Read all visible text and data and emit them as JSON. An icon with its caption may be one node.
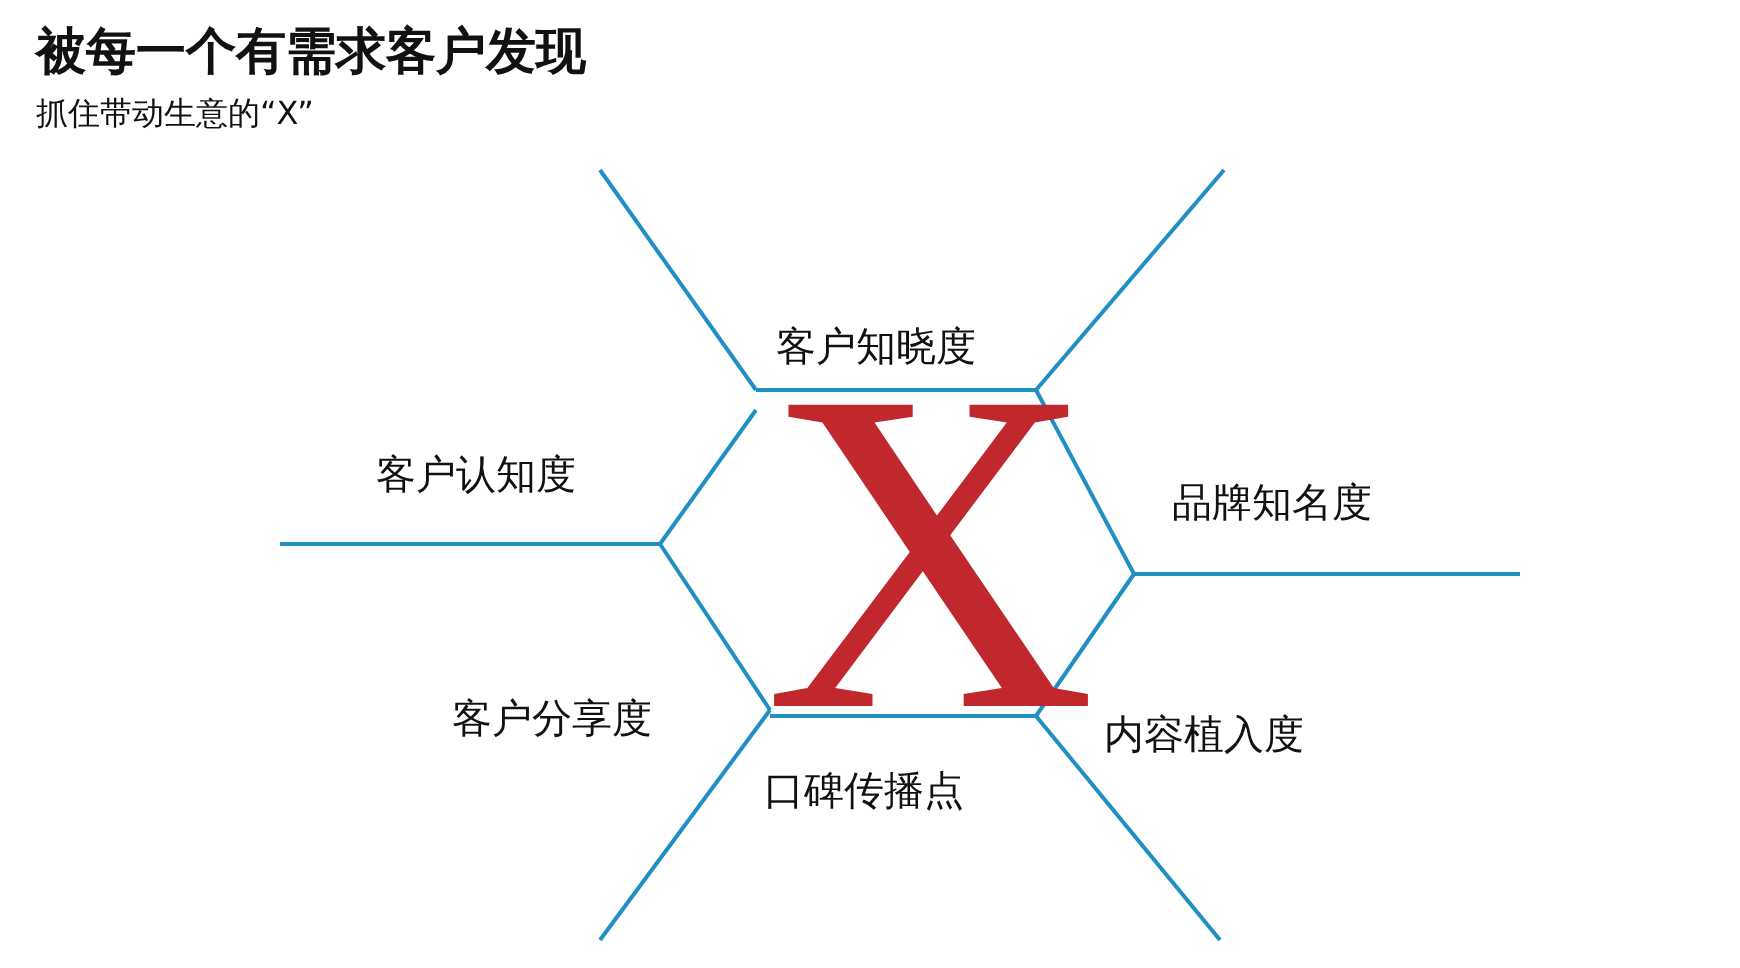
{
  "diagram": {
    "title": "被每一个有需求客户发现",
    "labels": [
      "抓住带动生意的“X”",
      "X",
      "客户知晓度",
      "客户认知度",
      "品牌知名度",
      "客户分享度",
      "内容植入度",
      "口碑传播点"
    ]
  }
}
